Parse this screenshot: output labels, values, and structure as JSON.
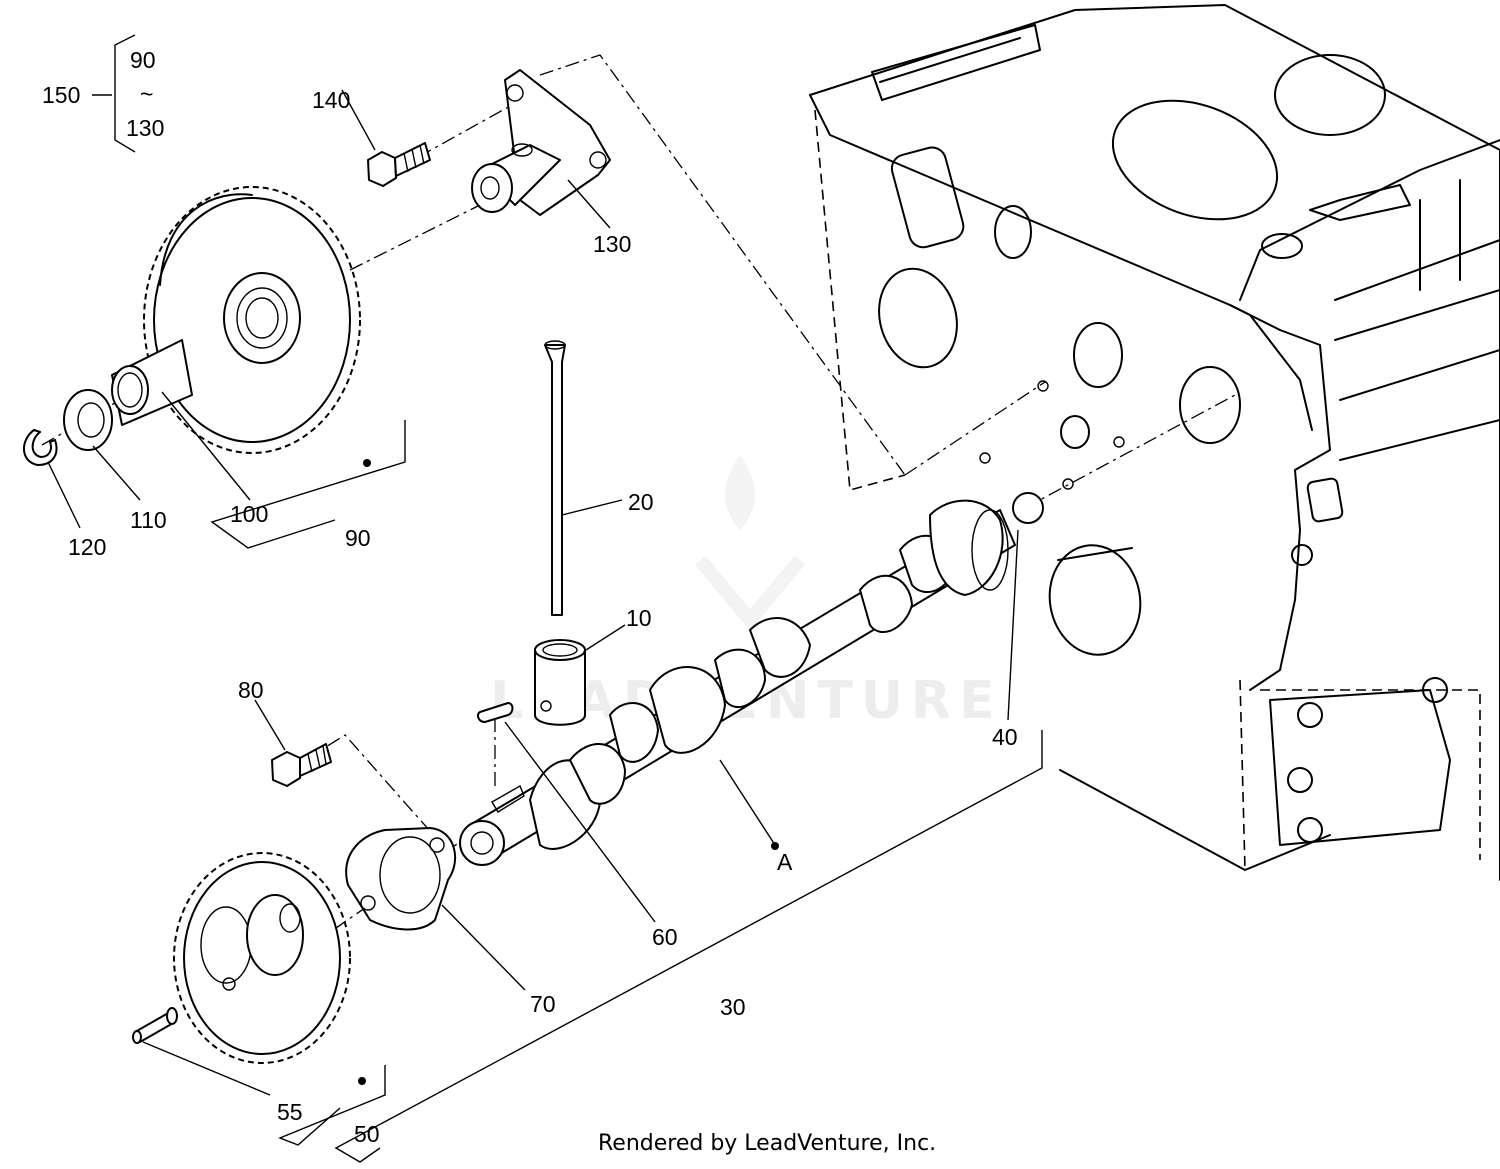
{
  "diagram": {
    "credit": "Rendered by LeadVenture, Inc.",
    "watermark": "LEADVENTURE",
    "labels": {
      "p150": "150",
      "p90_range_start": "90",
      "range_tilde": "~",
      "p130_range_end": "130",
      "p140": "140",
      "p130": "130",
      "p120": "120",
      "p110": "110",
      "p100": "100",
      "p90": "90",
      "p20": "20",
      "p10": "10",
      "p80": "80",
      "p40": "40",
      "pA": "A",
      "p60": "60",
      "p70": "70",
      "p30": "30",
      "p55": "55",
      "p50": "50"
    }
  }
}
